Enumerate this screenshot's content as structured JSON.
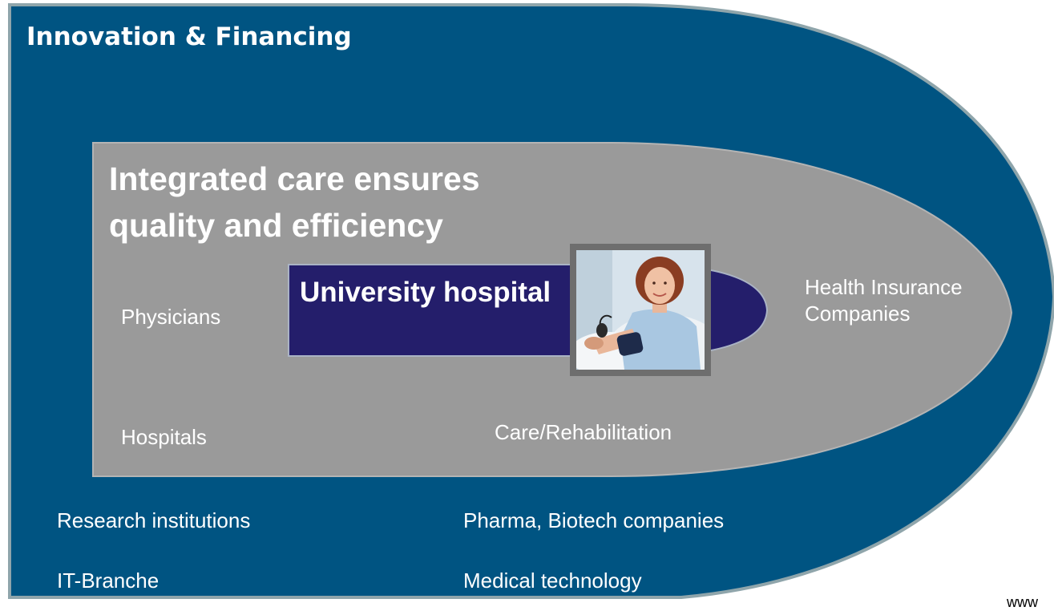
{
  "outer": {
    "title": "Innovation & Financing",
    "items": [
      "Research institutions",
      "Pharma, Biotech companies",
      "IT-Branche",
      "Medical technology"
    ]
  },
  "inner": {
    "title": "Integrated care ensures quality and efficiency",
    "items": [
      "Physicians",
      "Hospitals",
      "Care/Rehabilitation",
      "Health Insurance Companies"
    ]
  },
  "core": {
    "label": "University hospital"
  },
  "footer": {
    "text": "www"
  },
  "colors": {
    "outer_fill": "#005482",
    "outer_border": "#8fa5ab",
    "inner_fill": "#9a9a9a",
    "core_fill": "#241e6b",
    "photo_frame": "#6e6e6e"
  },
  "icons": {
    "photo": "patient-blood-pressure-photo"
  }
}
